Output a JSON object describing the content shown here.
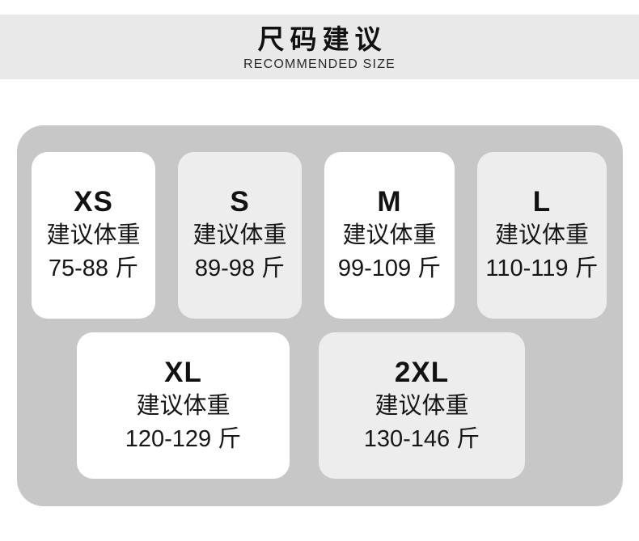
{
  "header": {
    "title": "尺码建议",
    "subtitle": "RECOMMENDED SIZE"
  },
  "panel": {
    "sizes": [
      {
        "size": "XS",
        "advice_label": "建议体重",
        "weight_range": "75-88 斤"
      },
      {
        "size": "S",
        "advice_label": "建议体重",
        "weight_range": "89-98 斤"
      },
      {
        "size": "M",
        "advice_label": "建议体重",
        "weight_range": "99-109 斤"
      },
      {
        "size": "L",
        "advice_label": "建议体重",
        "weight_range": "110-119 斤"
      },
      {
        "size": "XL",
        "advice_label": "建议体重",
        "weight_range": "120-129 斤"
      },
      {
        "size": "2XL",
        "advice_label": "建议体重",
        "weight_range": "130-146 斤"
      }
    ]
  },
  "colors": {
    "band_bg": "#e9e9e9",
    "panel_bg": "#c7c7c7",
    "card_white_bg": "#ffffff",
    "card_light_bg": "#ededed",
    "text": "#111111"
  }
}
